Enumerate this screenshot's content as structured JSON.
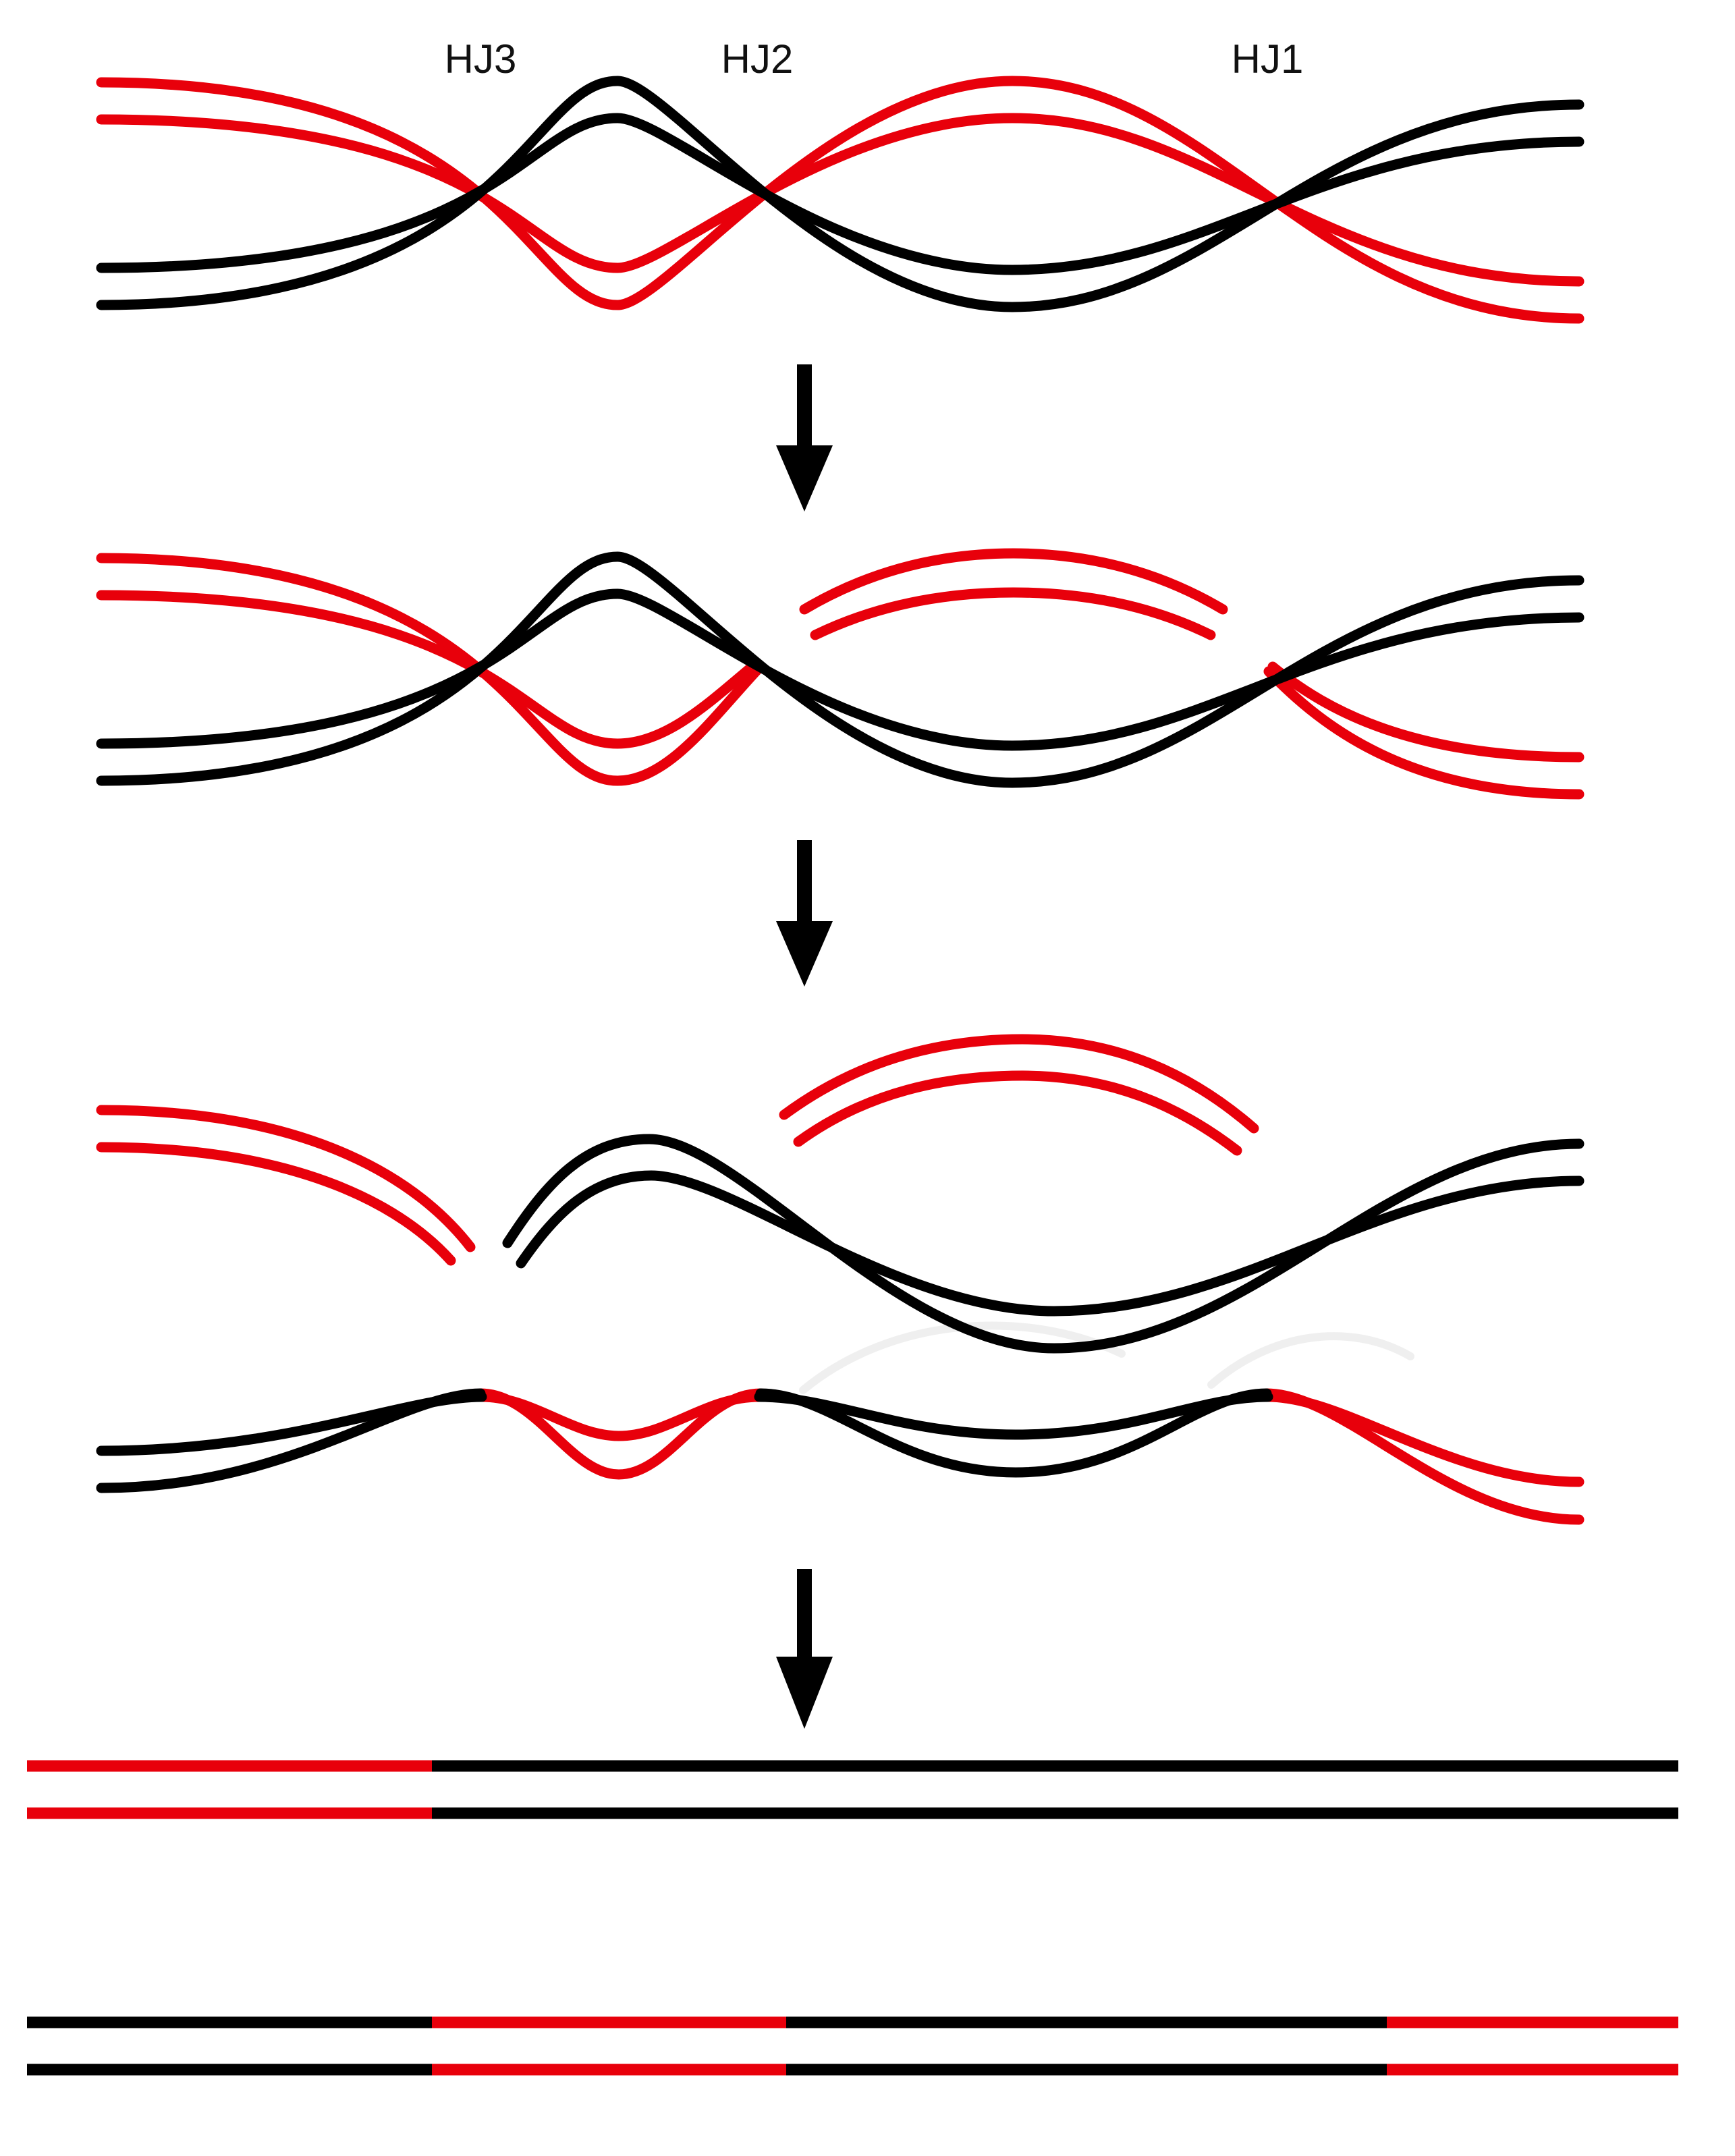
{
  "labels": {
    "hj3": "HJ3",
    "hj2": "HJ2",
    "hj1": "HJ1"
  },
  "colors": {
    "red": "#e8000b",
    "black": "#000000",
    "label": "#111111",
    "ghost": "#e7e7e7",
    "background": "#ffffff"
  },
  "icons": {
    "down_arrow": "down-arrow"
  }
}
